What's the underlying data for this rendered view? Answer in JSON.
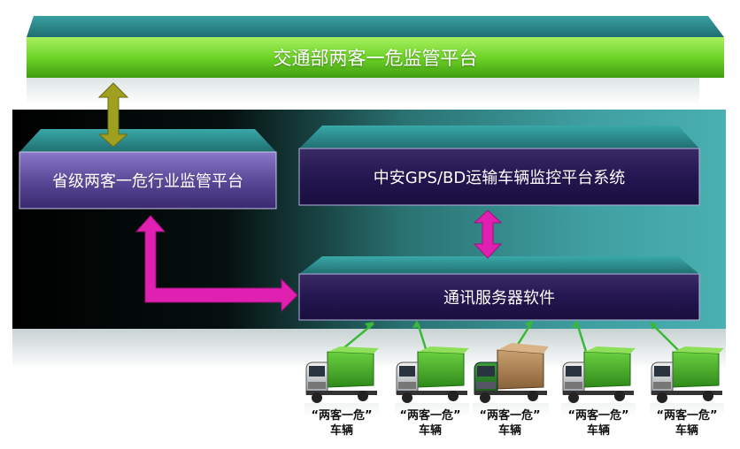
{
  "top_platform": {
    "label": "交通部两客一危监管平台",
    "color": "#7ee02a"
  },
  "provincial_platform": {
    "label": "省级两客一危行业监管平台"
  },
  "zhongan_platform": {
    "label": "中安GPS/BD运输车辆监控平台系统"
  },
  "comm_server": {
    "label": "通讯服务器软件"
  },
  "vehicles": [
    {
      "line1": "“两客一危”",
      "line2": "车辆",
      "icon": "green-truck-icon"
    },
    {
      "line1": "“两客一危”",
      "line2": "车辆",
      "icon": "green-truck-icon"
    },
    {
      "line1": "“两客一危”",
      "line2": "车辆",
      "icon": "brown-truck-icon"
    },
    {
      "line1": "“两客一危”",
      "line2": "车辆",
      "icon": "green-truck-icon"
    },
    {
      "line1": "“两客一危”",
      "line2": "车辆",
      "icon": "green-truck-icon"
    }
  ],
  "colors": {
    "arrow_olive": "#a0a020",
    "arrow_magenta": "#e020b0",
    "link_green": "#3ab83a",
    "box_fill": "#2a1850"
  }
}
